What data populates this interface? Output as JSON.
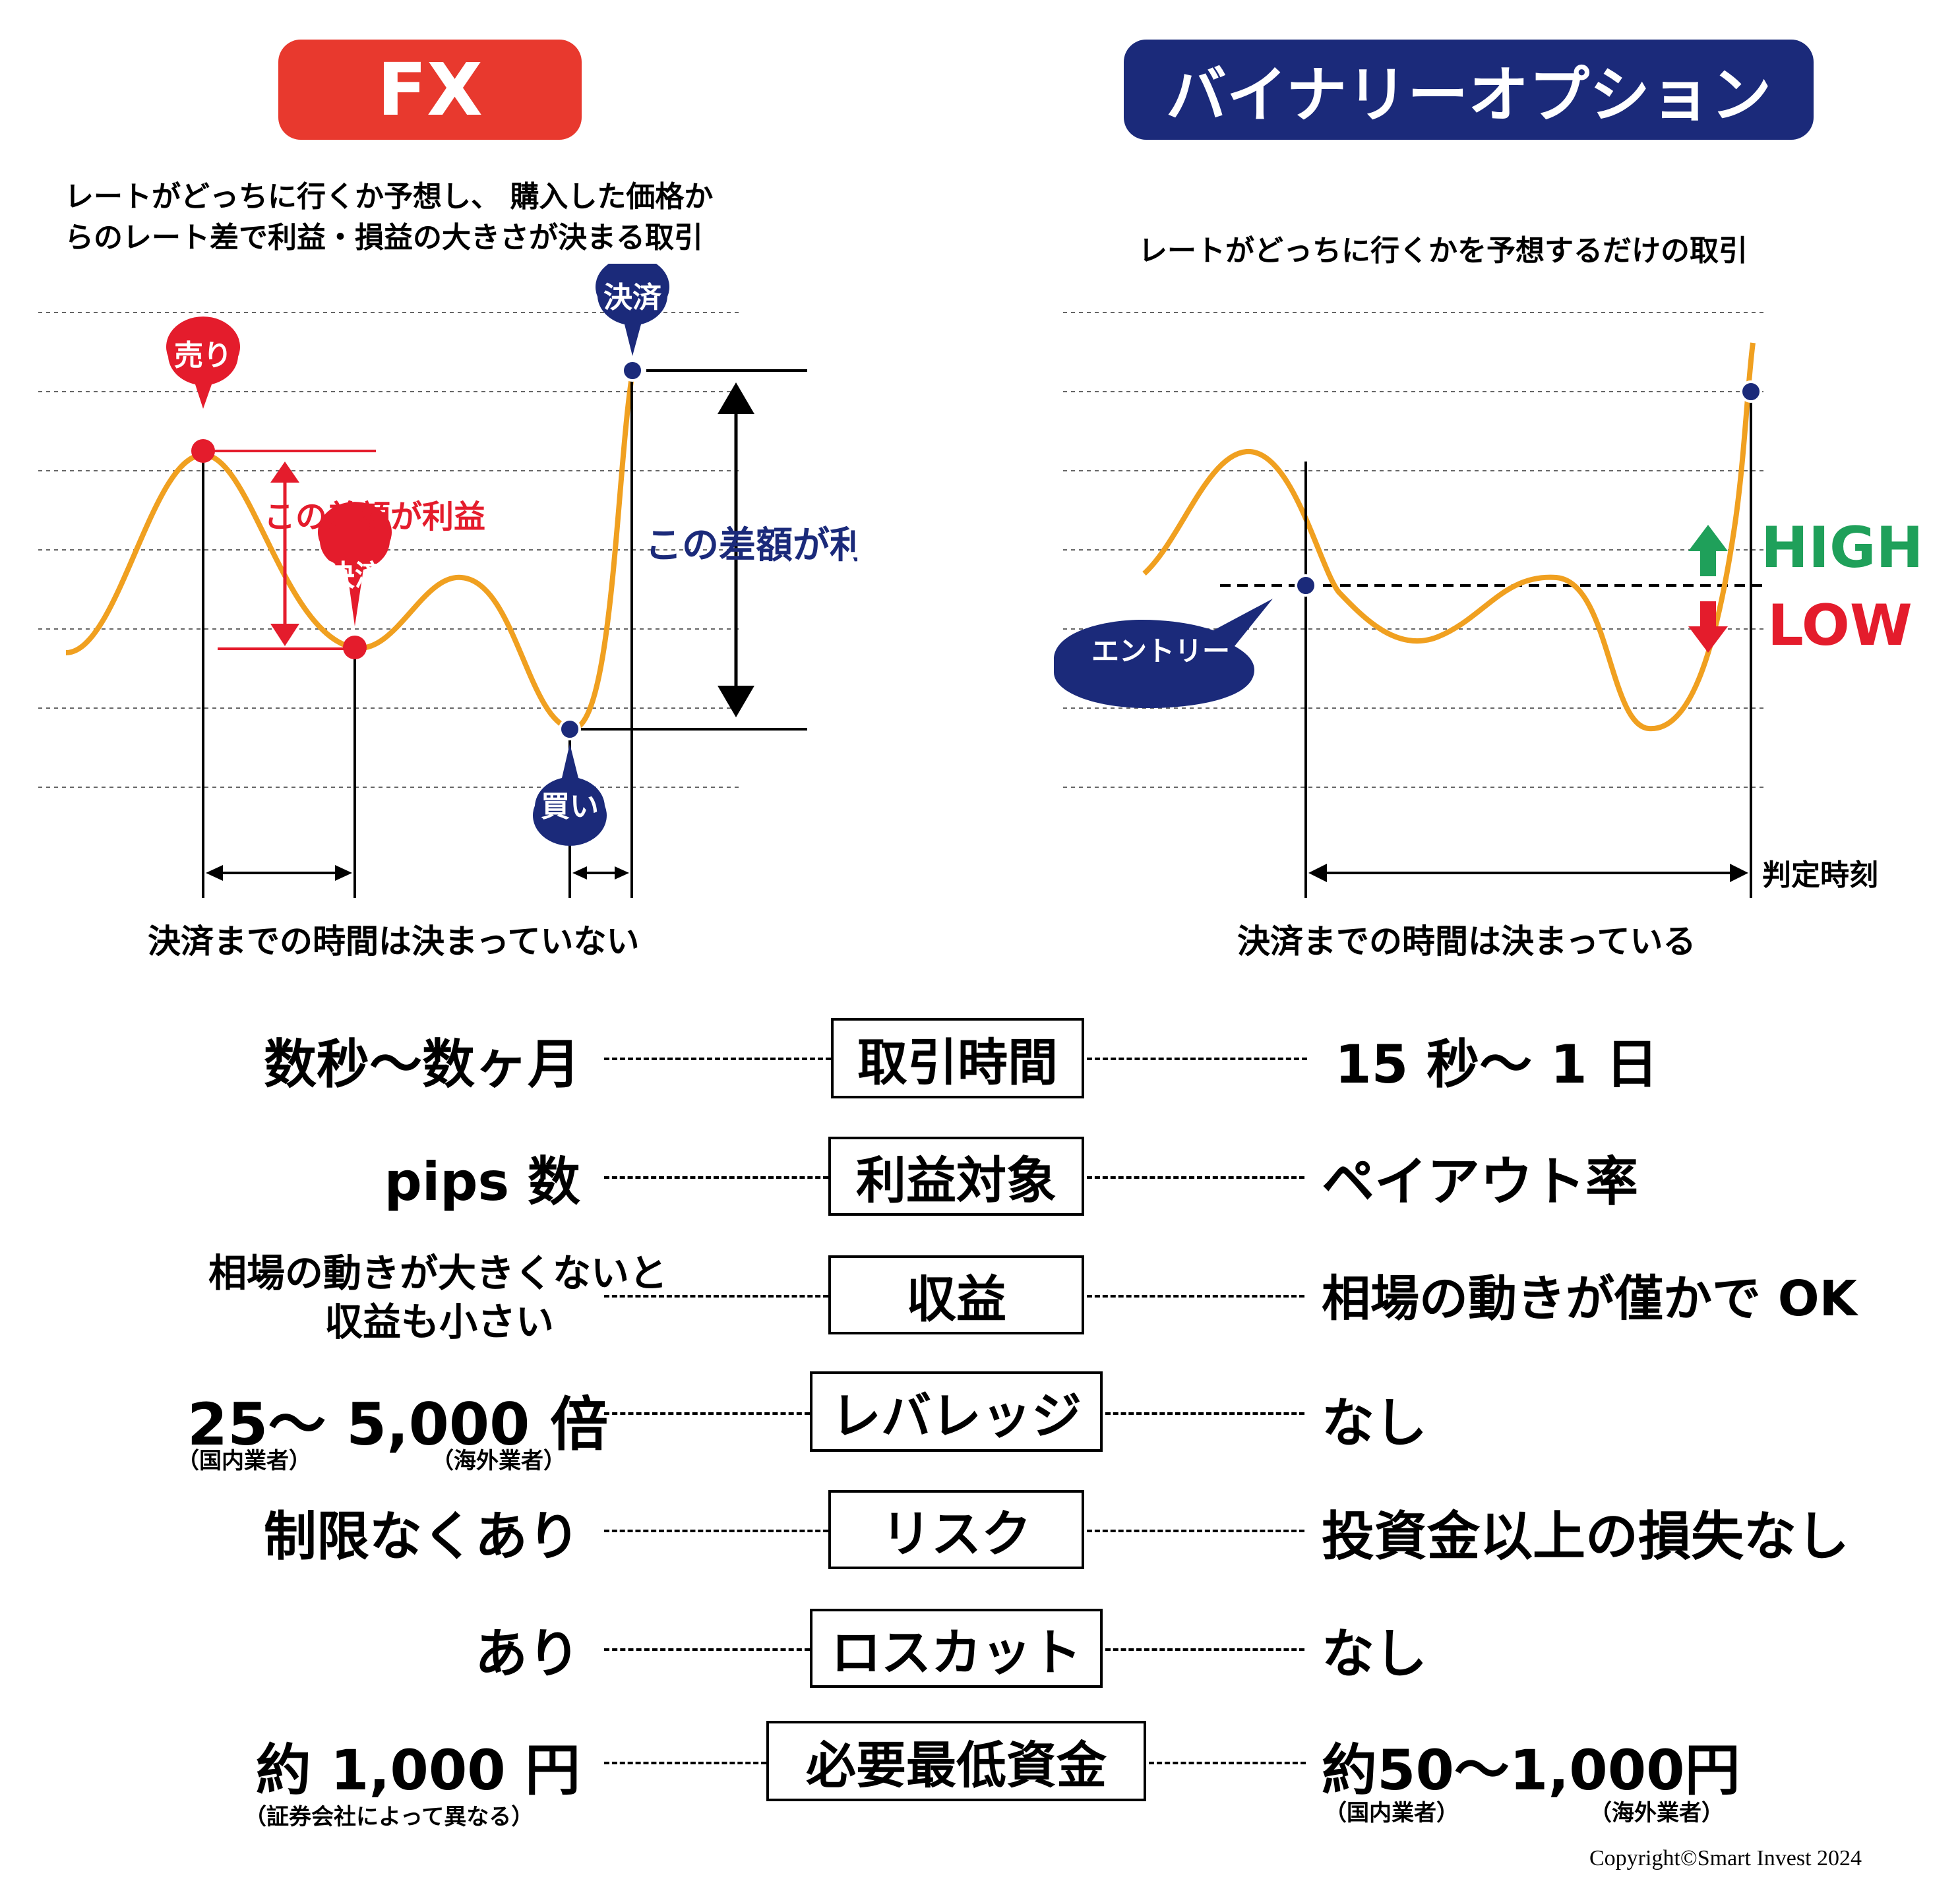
{
  "header_fx": "FX",
  "header_bo": "バイナリーオプション",
  "fx_desc_line1": "レートがどっちに行くか予想し、 購入した価格か",
  "fx_desc_line2": "らのレート差で利益・損益の大きさが決まる取引",
  "bo_desc": "レートがどっちに行くかを予想するだけの取引",
  "labels": {
    "sell": "売り",
    "settle": "決済",
    "buy": "買い",
    "profit_diff": "この差額が利益",
    "entry": "エントリー",
    "high": "HIGH",
    "low": "LOW",
    "judge_time": "判定時刻"
  },
  "fx_time_note": "決済までの時間は決まっていない",
  "bo_time_note": "決済までの時間は決まっている",
  "comparison": [
    {
      "label": "取引時間",
      "fx": "数秒～数ヶ月",
      "bo": "15 秒～ 1 日"
    },
    {
      "label": "利益対象",
      "fx": "pips 数",
      "bo": "ペイアウト率"
    },
    {
      "label": "収益",
      "fx_line1": "相場の動きが大きくないと",
      "fx_line2": "収益も小さい",
      "bo": "相場の動きが僅かで OK"
    },
    {
      "label": "レバレッジ",
      "fx": "25～ 5,000 倍",
      "fx_note1": "（国内業者）",
      "fx_note2": "（海外業者）",
      "bo": "なし"
    },
    {
      "label": "リスク",
      "fx": "制限なくあり",
      "bo": "投資金以上の損失なし"
    },
    {
      "label": "ロスカット",
      "fx": "あり",
      "bo": "なし"
    },
    {
      "label": "必要最低資金",
      "fx": "約 1,000 円",
      "fx_note": "（証券会社によって異なる）",
      "bo": "約50～1,000円",
      "bo_note1": "（国内業者）",
      "bo_note2": "（海外業者）"
    }
  ],
  "copyright": "Copyright©Smart Invest 2024",
  "colors": {
    "red": "#e8392e",
    "navy": "#1b2a7a",
    "orange": "#f0a020",
    "green": "#1fa05a",
    "lowred": "#e41c2c"
  }
}
